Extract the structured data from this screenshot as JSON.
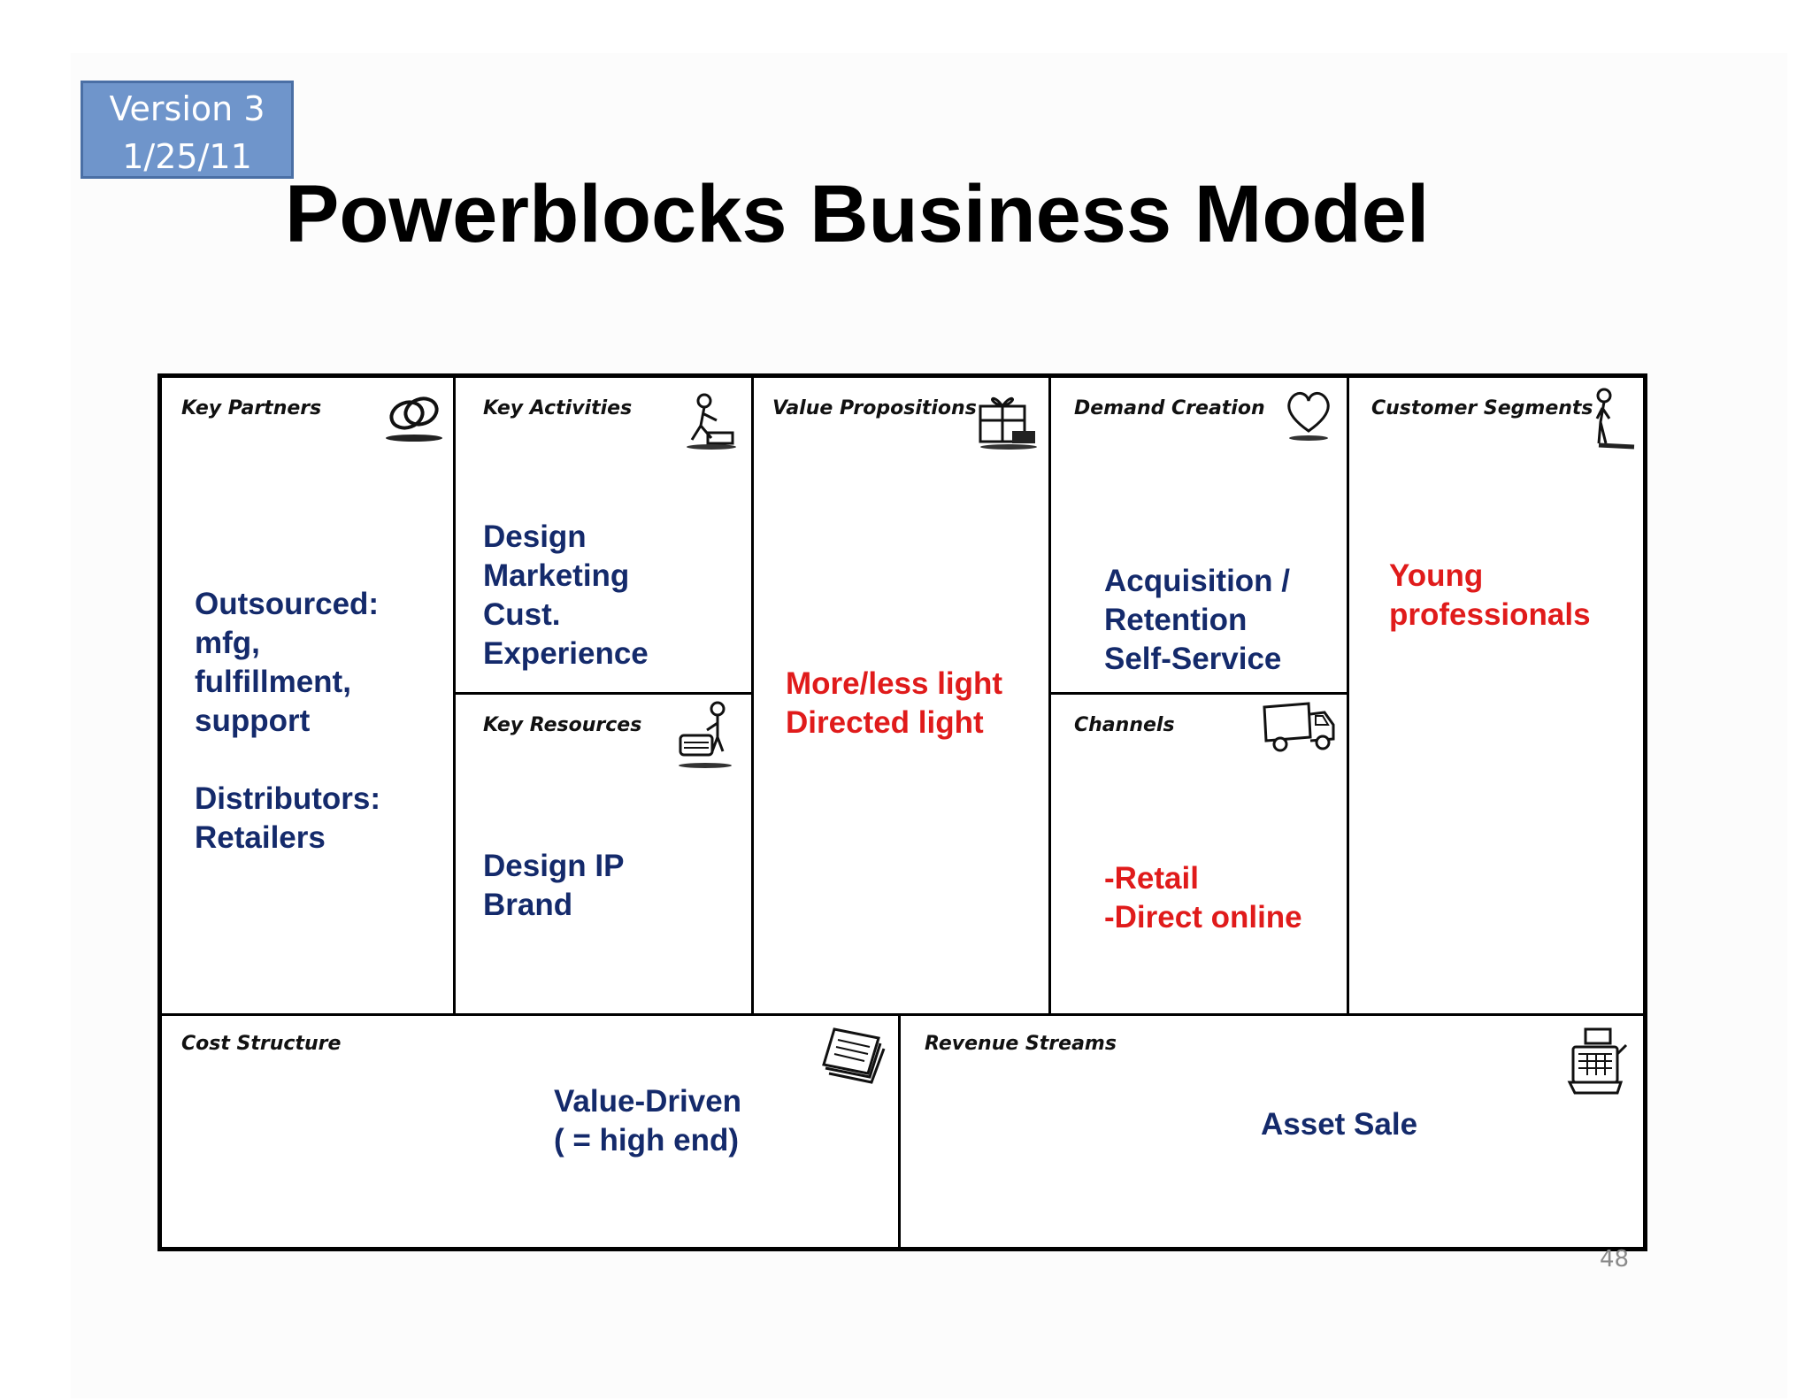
{
  "version_box": {
    "line1": "Version 3",
    "line2": "1/25/11"
  },
  "title": "Powerblocks Business Model",
  "page_number": "48",
  "canvas": {
    "key_partners": {
      "label": "Key Partners",
      "icon": "chain-links-icon",
      "lines": [
        "Outsourced:",
        "mfg,",
        "fulfillment,",
        "support",
        "",
        "Distributors:",
        "Retailers"
      ]
    },
    "key_activities": {
      "label": "Key Activities",
      "icon": "worker-icon",
      "lines": [
        "Design",
        "Marketing",
        "Cust.",
        "Experience"
      ]
    },
    "key_resources": {
      "label": "Key Resources",
      "icon": "person-with-machine-icon",
      "lines": [
        "Design IP",
        "Brand"
      ]
    },
    "value_propositions": {
      "label": "Value Propositions",
      "icon": "gift-box-icon",
      "lines": [
        "More/less light",
        "Directed light"
      ]
    },
    "demand_creation": {
      "label": "Demand Creation",
      "icon": "heart-icon",
      "lines": [
        "Acquisition /",
        "Retention",
        "Self-Service"
      ]
    },
    "channels": {
      "label": "Channels",
      "icon": "truck-icon",
      "lines": [
        "-Retail",
        "-Direct online"
      ]
    },
    "customer_segments": {
      "label": "Customer Segments",
      "icon": "standing-person-icon",
      "lines": [
        "Young",
        "professionals"
      ]
    },
    "cost_structure": {
      "label": "Cost Structure",
      "icon": "paper-stack-icon",
      "lines": [
        "Value-Driven",
        "( = high end)"
      ]
    },
    "revenue_streams": {
      "label": "Revenue Streams",
      "icon": "cash-register-icon",
      "lines": [
        "Asset Sale"
      ]
    }
  },
  "colors": {
    "navy_text": "#142a6b",
    "red_text": "#e01b1b",
    "version_box": "#6f95cb"
  }
}
